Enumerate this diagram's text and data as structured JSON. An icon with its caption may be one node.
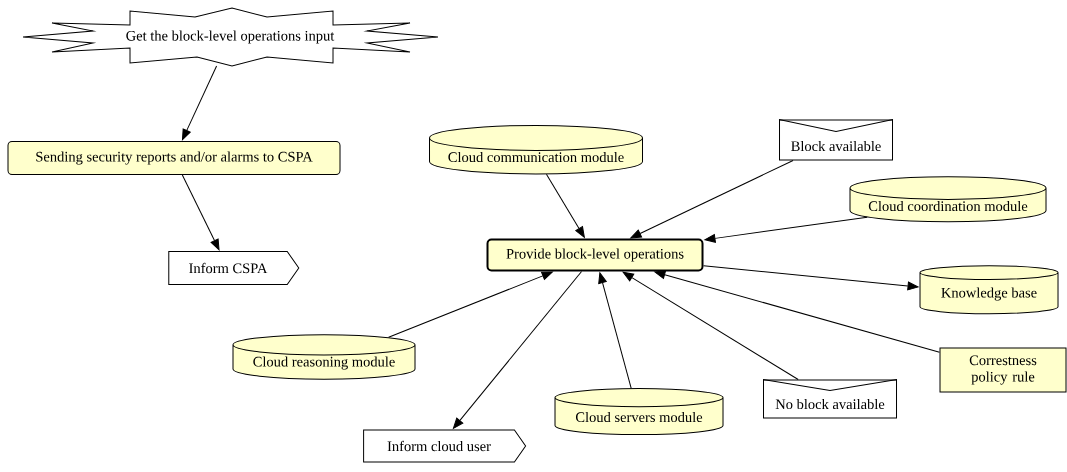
{
  "diagram": {
    "nodes": [
      {
        "text": [
          "Get the block-level operations input"
        ]
      },
      {
        "text": [
          "Sending security reports and/or alarms to CSPA"
        ]
      },
      {
        "text": [
          "Inform CSPA"
        ]
      },
      {
        "text": [
          "Cloud communication module"
        ]
      },
      {
        "text": [
          "Block available"
        ]
      },
      {
        "text": [
          "Cloud coordination module"
        ]
      },
      {
        "text": [
          "Provide block-level operations"
        ]
      },
      {
        "text": [
          "Knowledge base"
        ]
      },
      {
        "text": [
          "Cloud reasoning module"
        ]
      },
      {
        "text": [
          "Correstness policy rule"
        ]
      },
      {
        "text": [
          "No block available"
        ]
      },
      {
        "text": [
          "Cloud servers module"
        ]
      },
      {
        "text": [
          "Inform cloud user"
        ]
      }
    ],
    "edges": [
      {
        "from": 0,
        "to": 1,
        "arrow": "to"
      },
      {
        "from": 1,
        "to": 2,
        "arrow": "to"
      },
      {
        "from": 3,
        "to": 6,
        "arrow": "to"
      },
      {
        "from": 4,
        "to": 6,
        "arrow": "to"
      },
      {
        "from": 5,
        "to": 6,
        "arrow": "to"
      },
      {
        "from": 6,
        "to": 7,
        "arrow": "to"
      },
      {
        "from": 8,
        "to": 6,
        "arrow": "to"
      },
      {
        "from": 6,
        "to": 12,
        "arrow": "to"
      },
      {
        "from": 11,
        "to": 6,
        "arrow": "to"
      },
      {
        "from": 10,
        "to": 6,
        "arrow": "to"
      },
      {
        "from": 9,
        "to": 6,
        "arrow": "to"
      }
    ]
  }
}
